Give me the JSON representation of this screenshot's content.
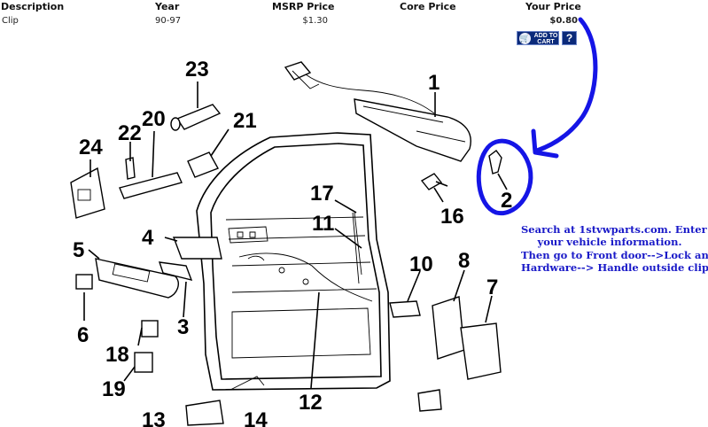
{
  "table": {
    "headers": {
      "description": "Description",
      "year": "Year",
      "msrp": "MSRP Price",
      "core": "Core Price",
      "your_price": "Your Price"
    },
    "row": {
      "description": "Clip",
      "year": "90-97",
      "msrp": "$1.30",
      "core": "",
      "your_price": "$0.80"
    }
  },
  "buttons": {
    "add_to_cart_line1": "ADD TO",
    "add_to_cart_line2": "CART",
    "help": "?"
  },
  "instructions": [
    "Search at 1stvwparts.com. Enter",
    "your vehicle information.",
    "Then go to Front door-->Lock and",
    "Hardware--> Handle outside clip"
  ],
  "diagram_labels": {
    "n1": "1",
    "n2": "2",
    "n3": "3",
    "n4": "4",
    "n5": "5",
    "n6": "6",
    "n7": "7",
    "n8": "8",
    "n10": "10",
    "n11": "11",
    "n12": "12",
    "n13": "13",
    "n14": "14",
    "n16": "16",
    "n17": "17",
    "n18": "18",
    "n19": "19",
    "n20": "20",
    "n21": "21",
    "n22": "22",
    "n23": "23",
    "n24": "24"
  },
  "colors": {
    "annotation_blue": "#1515e6",
    "button_bg": "#0b2a7a"
  }
}
